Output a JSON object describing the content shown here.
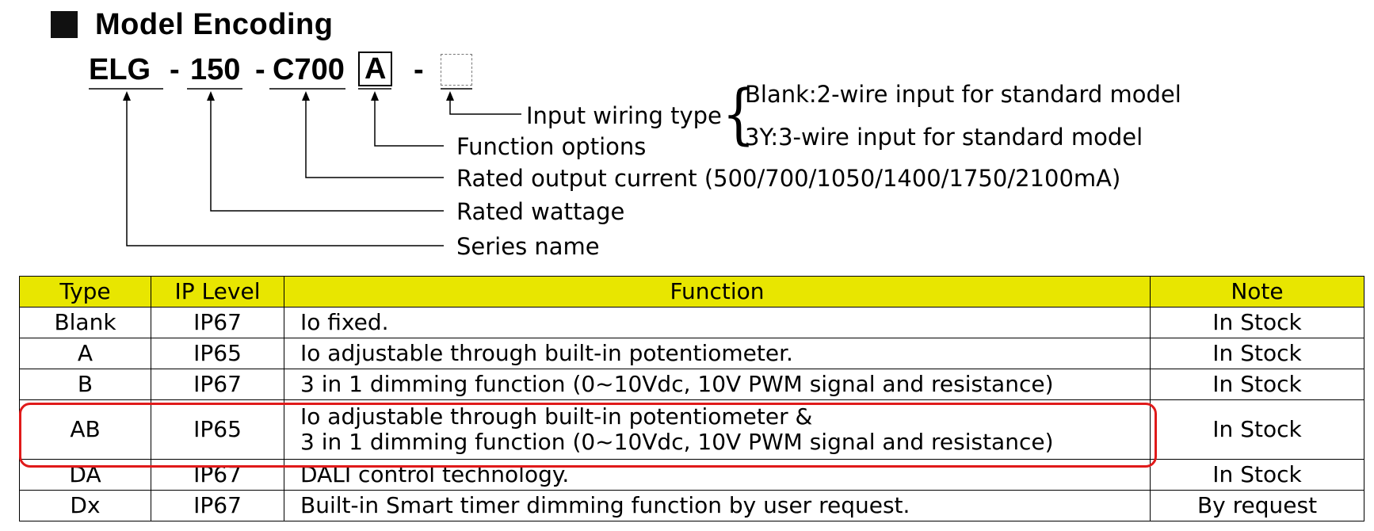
{
  "section_title": "Model Encoding",
  "model_code": {
    "series": "ELG",
    "sep1": "-",
    "wattage": "150",
    "sep2": "-",
    "current": "C700",
    "function": "A",
    "sep3": "-"
  },
  "callouts": {
    "input_wiring": "Input wiring type",
    "wiring_options": [
      "Blank:2-wire input for standard model",
      "3Y:3-wire input for standard model"
    ],
    "function_options": "Function options",
    "rated_output_current": "Rated output current (500/700/1050/1400/1750/2100mA)",
    "rated_wattage": "Rated wattage",
    "series_name": "Series name"
  },
  "table": {
    "headers": [
      "Type",
      "IP Level",
      "Function",
      "Note"
    ],
    "rows": [
      {
        "type": "Blank",
        "ip": "IP67",
        "function": "Io fixed.",
        "function2": "",
        "note": "In Stock"
      },
      {
        "type": "A",
        "ip": "IP65",
        "function": "Io adjustable through built-in potentiometer.",
        "function2": "",
        "note": "In Stock"
      },
      {
        "type": "B",
        "ip": "IP67",
        "function": "3 in 1 dimming function (0~10Vdc, 10V PWM signal and resistance)",
        "function2": "",
        "note": "In Stock"
      },
      {
        "type": "AB",
        "ip": "IP65",
        "function": "Io adjustable through built-in potentiometer &",
        "function2": "3 in 1 dimming function (0~10Vdc, 10V PWM signal and resistance)",
        "note": "In Stock"
      },
      {
        "type": "DA",
        "ip": "IP67",
        "function": "DALI control technology.",
        "function2": "",
        "note": "In Stock"
      },
      {
        "type": "Dx",
        "ip": "IP67",
        "function": "Built-in Smart timer dimming function by user request.",
        "function2": "",
        "note": "By request"
      }
    ]
  },
  "colors": {
    "header_bg": "#e8e600",
    "highlight": "#e01a1a"
  }
}
